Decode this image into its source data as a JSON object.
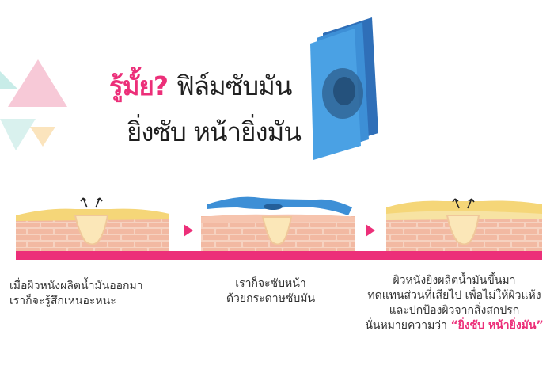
{
  "headline": {
    "question": "รู้มั้ย?",
    "product": "ฟิล์มซับมัน",
    "slogan": "ยิ่งซับ หน้ายิ่งมัน"
  },
  "steps": [
    {
      "caption_lines": [
        "เมื่อผิวหนังผลิตน้ำมันออกมา",
        "เราก็จะรู้สึกเหนอะหนะ"
      ]
    },
    {
      "caption_lines": [
        "เราก็จะซับหน้า",
        "ด้วยกระดาษซับมัน"
      ]
    },
    {
      "caption_lines": [
        "ผิวหนังยิ่งผลิตน้ำมันขึ้นมา",
        "ทดแทนส่วนที่เสียไป เพื่อไม่ให้ผิวแห้ง",
        "และปกป้องผิวจากสิ่งสกปรก",
        "นั่นหมายความว่า"
      ],
      "highlight": "“ยิ่งซับ หน้ายิ่งมัน”"
    }
  ],
  "colors": {
    "accent": "#ec2f79",
    "film": "#3d8fd6",
    "skin": "#f2c1a6",
    "oil": "#f5d678"
  },
  "icons": [
    "triangle-decoration",
    "blotting-film",
    "arrow-right-icon"
  ]
}
